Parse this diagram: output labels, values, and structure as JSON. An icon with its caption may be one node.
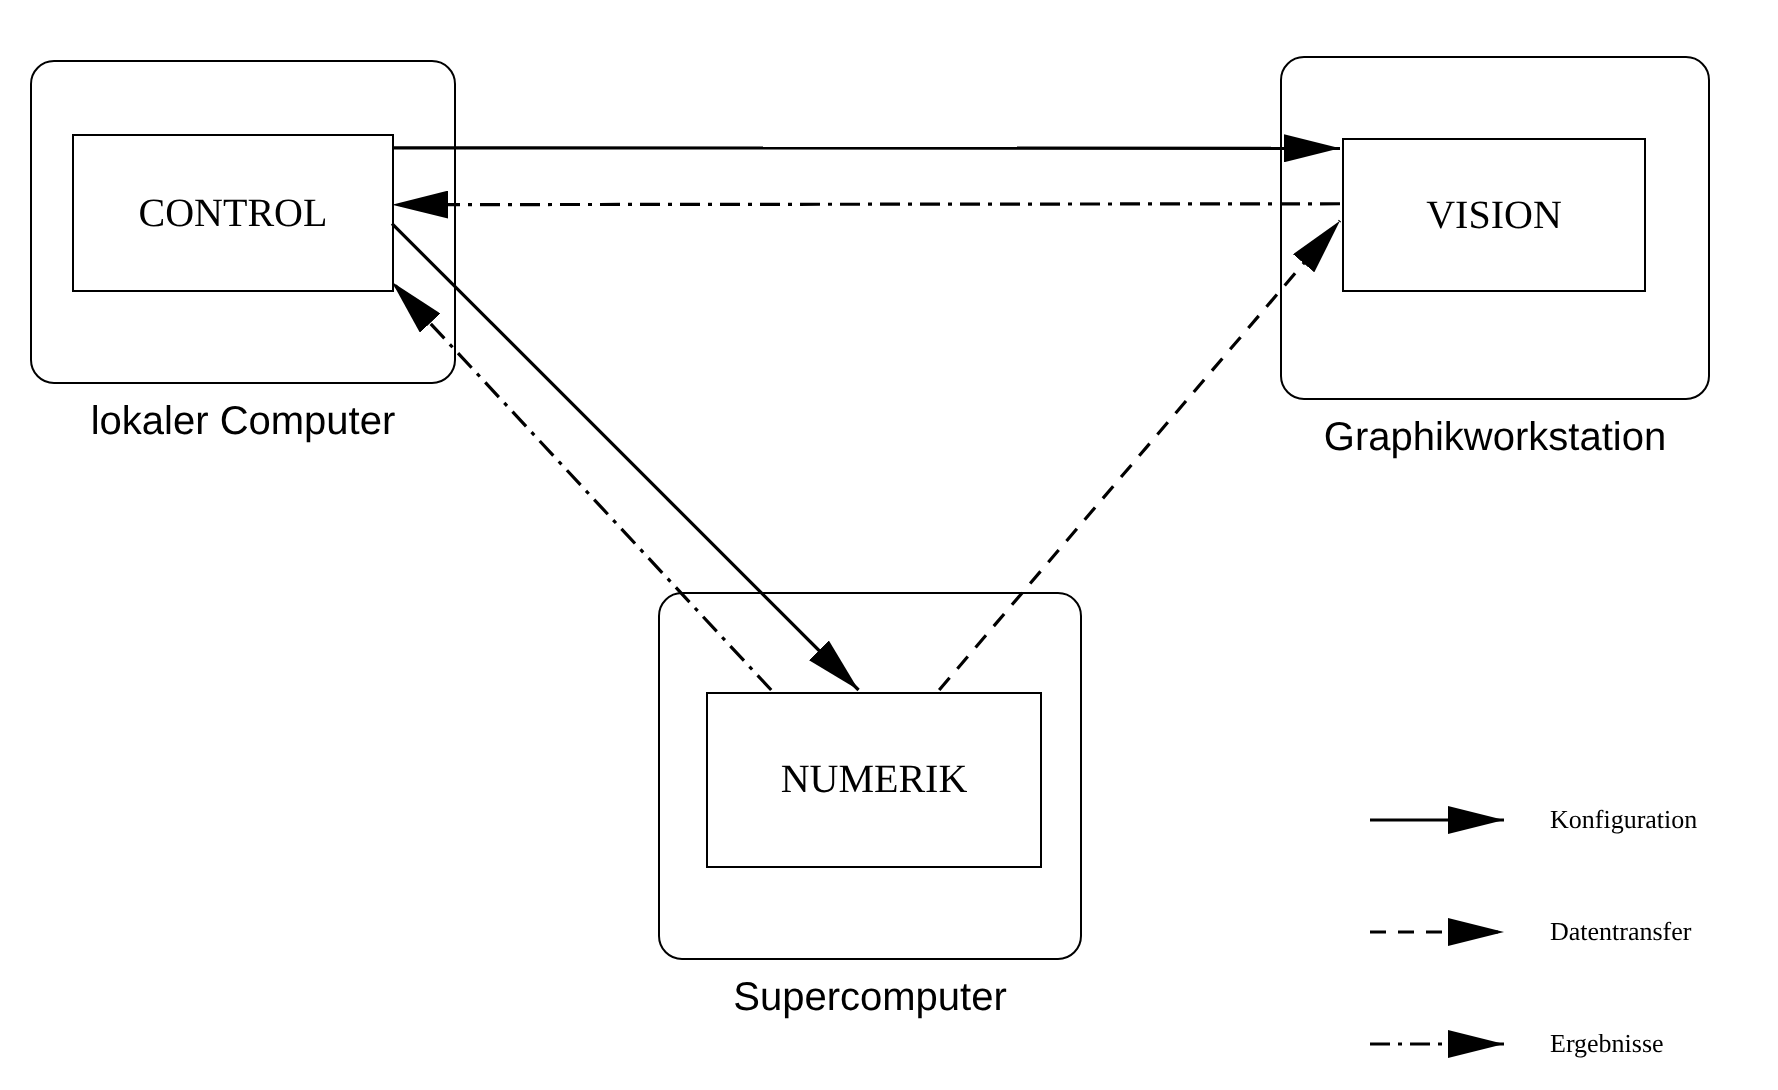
{
  "diagram": {
    "nodes": [
      {
        "text": [
          "lokaler Computer"
        ]
      },
      {
        "text": [
          "CONTROL"
        ],
        "in": 0
      },
      {
        "text": [
          "Graphikworkstation"
        ]
      },
      {
        "text": [
          "VISION"
        ],
        "in": 2
      },
      {
        "text": [
          "Supercomputer"
        ]
      },
      {
        "text": [
          "NUMERIK"
        ],
        "in": 4
      }
    ],
    "edges": [
      {
        "from": 1,
        "to": 3,
        "arrow": "to"
      },
      {
        "from": 3,
        "to": 1,
        "arrow": "to",
        "style": "dashed"
      },
      {
        "from": 1,
        "to": 5,
        "arrow": "to"
      },
      {
        "from": 5,
        "to": 1,
        "arrow": "to",
        "style": "dashed"
      },
      {
        "from": 5,
        "to": 3,
        "arrow": "to",
        "style": "dashed"
      }
    ],
    "legend": [
      {
        "text": "Konfiguration"
      },
      {
        "text": "Datentransfer"
      },
      {
        "text": "Ergebnisse"
      }
    ]
  }
}
